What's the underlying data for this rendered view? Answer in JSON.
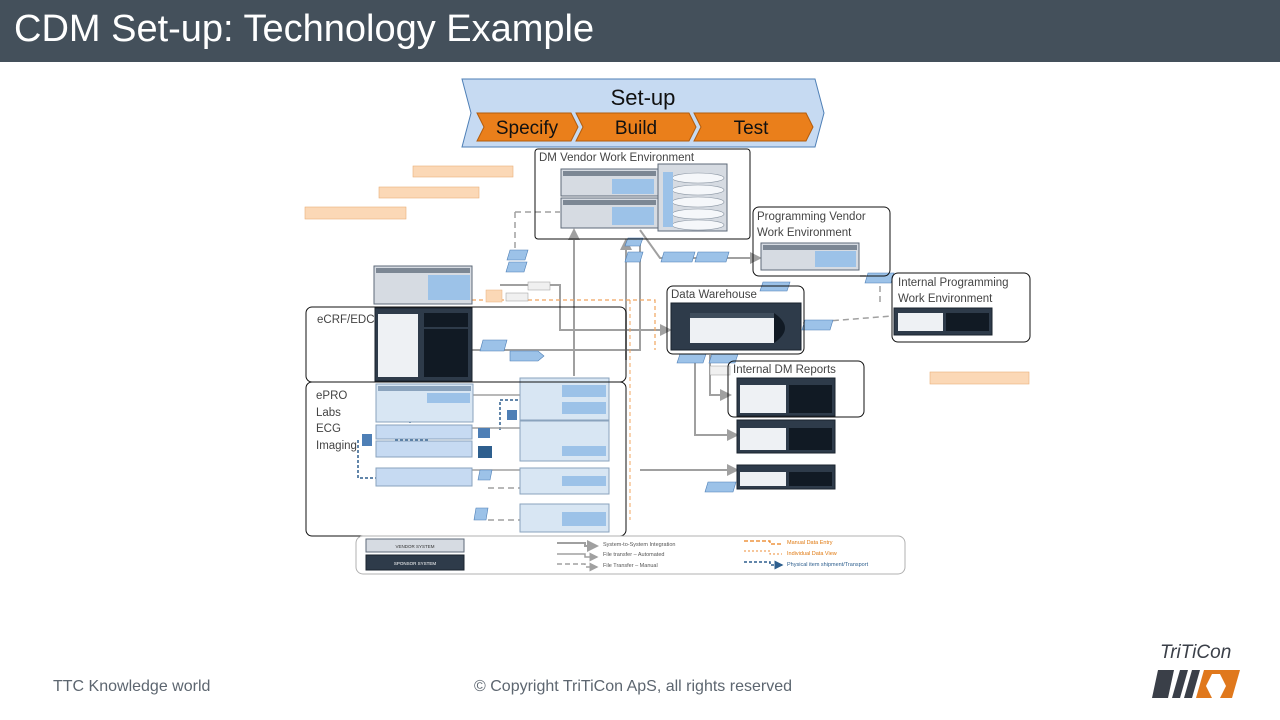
{
  "header": {
    "title": "CDM Set-up: Technology Example"
  },
  "banner": {
    "label": "Set-up",
    "steps": [
      "Specify",
      "Build",
      "Test"
    ],
    "colors": {
      "banner": "#c6daf2",
      "step": "#ea7f1b"
    }
  },
  "regions": {
    "dm_vendor": "DM Vendor Work Environment",
    "prog_vendor": "Programming Vendor Work Environment",
    "internal_prog": "Internal Programming Work Environment",
    "data_warehouse": "Data Warehouse",
    "ecrf": "eCRF/EDC",
    "epro_group": [
      "ePRO",
      "Labs",
      "ECG",
      "Imaging"
    ],
    "internal_dm": "Internal DM Reports"
  },
  "legend": {
    "vendor_box": "VENDOR SYSTEM",
    "sponsor_box": "SPONSOR SYSTEM",
    "lines": [
      "System-to-System Integration",
      "File transfer – Automated",
      "File Transfer – Manual",
      "Manual Data Entry",
      "Individual Data View",
      "Physical item shipment/Transport"
    ]
  },
  "footer": {
    "left": "TTC Knowledge world",
    "center": "© Copyright TriTiCon ApS, all rights reserved"
  },
  "logo": {
    "text": "TriTiCon"
  }
}
